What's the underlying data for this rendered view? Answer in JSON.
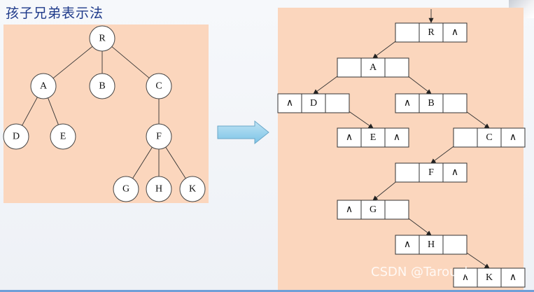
{
  "title": "孩子兄弟表示法",
  "watermark": "CSDN @Tarouch",
  "nil_symbol": "∧",
  "tree": {
    "nodes": [
      {
        "id": "R",
        "label": "R"
      },
      {
        "id": "A",
        "label": "A"
      },
      {
        "id": "B",
        "label": "B"
      },
      {
        "id": "C",
        "label": "C"
      },
      {
        "id": "D",
        "label": "D"
      },
      {
        "id": "E",
        "label": "E"
      },
      {
        "id": "F",
        "label": "F"
      },
      {
        "id": "G",
        "label": "G"
      },
      {
        "id": "H",
        "label": "H"
      },
      {
        "id": "K",
        "label": "K"
      }
    ],
    "edges": [
      [
        "R",
        "A"
      ],
      [
        "R",
        "B"
      ],
      [
        "R",
        "C"
      ],
      [
        "A",
        "D"
      ],
      [
        "A",
        "E"
      ],
      [
        "C",
        "F"
      ],
      [
        "F",
        "G"
      ],
      [
        "F",
        "H"
      ],
      [
        "F",
        "K"
      ]
    ]
  },
  "child_sibling_list": {
    "nodes": [
      {
        "id": "R",
        "label": "R",
        "first_child": "A",
        "next_sibling": null
      },
      {
        "id": "A",
        "label": "A",
        "first_child": "D",
        "next_sibling": "B"
      },
      {
        "id": "D",
        "label": "D",
        "first_child": null,
        "next_sibling": "E"
      },
      {
        "id": "B",
        "label": "B",
        "first_child": null,
        "next_sibling": "C"
      },
      {
        "id": "E",
        "label": "E",
        "first_child": null,
        "next_sibling": null
      },
      {
        "id": "C",
        "label": "C",
        "first_child": "F",
        "next_sibling": null
      },
      {
        "id": "F",
        "label": "F",
        "first_child": "G",
        "next_sibling": null
      },
      {
        "id": "G",
        "label": "G",
        "first_child": null,
        "next_sibling": "H"
      },
      {
        "id": "H",
        "label": "H",
        "first_child": null,
        "next_sibling": "K"
      },
      {
        "id": "K",
        "label": "K",
        "first_child": null,
        "next_sibling": null
      }
    ]
  }
}
